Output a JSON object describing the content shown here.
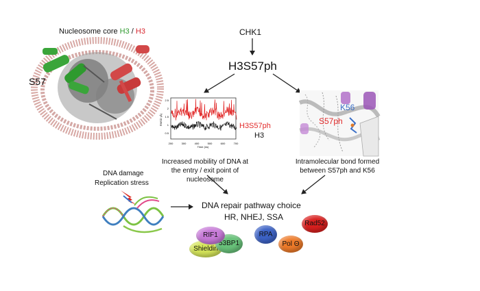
{
  "nucleosome": {
    "title_prefix": "Nucleosome core ",
    "h3_green": "H3",
    "sep": " / ",
    "h3_red": "H3",
    "s57": "S57"
  },
  "top": {
    "chk1": "CHK1",
    "h3s57ph": "H3S57ph"
  },
  "plot": {
    "y_label": "RMSD (Å)",
    "x_label": "Time (ns)",
    "x_ticks": [
      "200",
      "300",
      "400",
      "500",
      "600",
      "700"
    ],
    "y_ticks": [
      "0.5",
      "1",
      "1.5",
      "2",
      "2.5"
    ],
    "legend_h3s57ph": "H3S57ph",
    "legend_h3": "H3",
    "color_h3s57ph": "#e02020",
    "color_h3": "#111111"
  },
  "structure": {
    "k56": "K56",
    "s57ph": "S57ph"
  },
  "captions": {
    "left": "Increased mobility of DNA at the entry / exit point of nucleosome",
    "right": "Intramolecular bond formed between S57ph and K56"
  },
  "stress": {
    "line1": "DNA damage",
    "line2": "Replication stress"
  },
  "repair": {
    "line1": "DNA repair pathway choice",
    "line2": "HR, NHEJ, SSA"
  },
  "proteins": {
    "rif1": "RIF1",
    "p53bp1": "53BP1",
    "shieldin": "Shieldin",
    "rpa": "RPA",
    "pol_theta": "Pol Θ",
    "rad52": "Rad52"
  }
}
